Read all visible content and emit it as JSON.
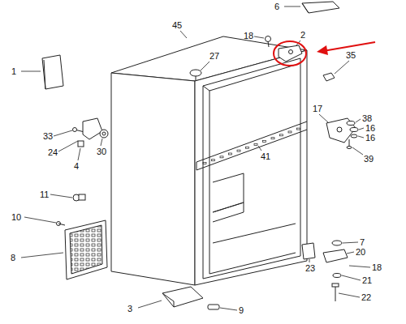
{
  "diagram": {
    "labels": [
      "1",
      "45",
      "6",
      "18",
      "2",
      "27",
      "35",
      "33",
      "24",
      "4",
      "30",
      "17",
      "38",
      "16",
      "16",
      "39",
      "41",
      "11",
      "10",
      "8",
      "7",
      "20",
      "23",
      "18",
      "21",
      "22",
      "3",
      "9"
    ]
  }
}
